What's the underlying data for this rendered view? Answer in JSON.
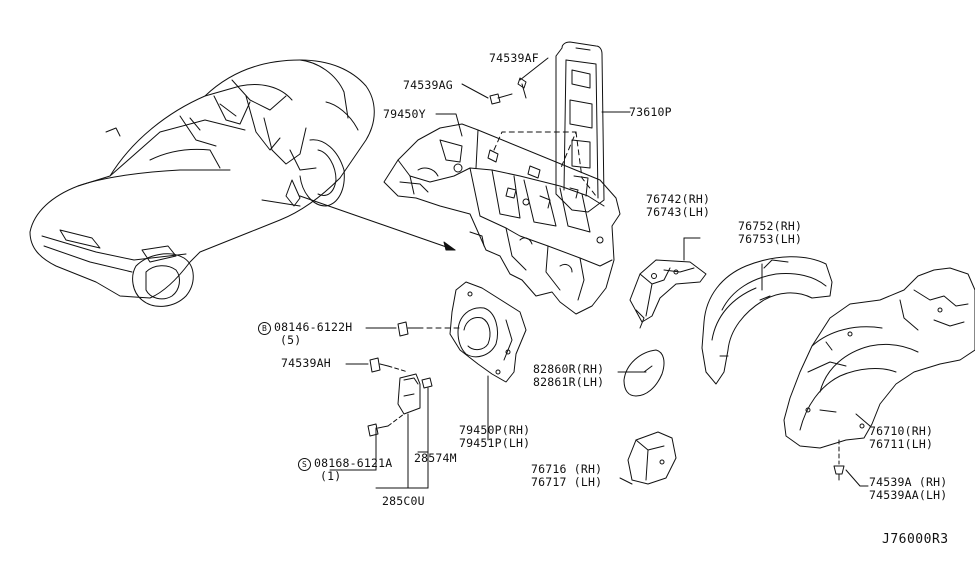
{
  "diagram_code": "J76000R3",
  "labels": {
    "p74539af": "74539AF",
    "p74539ag": "74539AG",
    "p73610p": "73610P",
    "p79450y": "79450Y",
    "p76742": {
      "rh": "76742(RH)",
      "lh": "76743(LH)"
    },
    "p76752": {
      "rh": "76752(RH)",
      "lh": "76753(LH)"
    },
    "p08146": {
      "marker": "B",
      "number": "08146-6122H",
      "qty": "(5)"
    },
    "p74539ah": "74539AH",
    "p82860": {
      "rh": "82860R(RH)",
      "lh": "82861R(LH)"
    },
    "p79450p": {
      "rh": "79450P(RH)",
      "lh": "79451P(LH)"
    },
    "p28574m": "28574M",
    "p08168": {
      "marker": "S",
      "number": "08168-6121A",
      "qty": "(1)"
    },
    "p285c0u": "285C0U",
    "p76716": {
      "rh": "76716 (RH)",
      "lh": "76717 (LH)"
    },
    "p76710": {
      "rh": "76710(RH)",
      "lh": "76711(LH)"
    },
    "p74539a": {
      "rh": "74539A (RH)",
      "lh": "74539AA(LH)"
    }
  },
  "colors": {
    "line": "#111111",
    "background": "#ffffff"
  }
}
